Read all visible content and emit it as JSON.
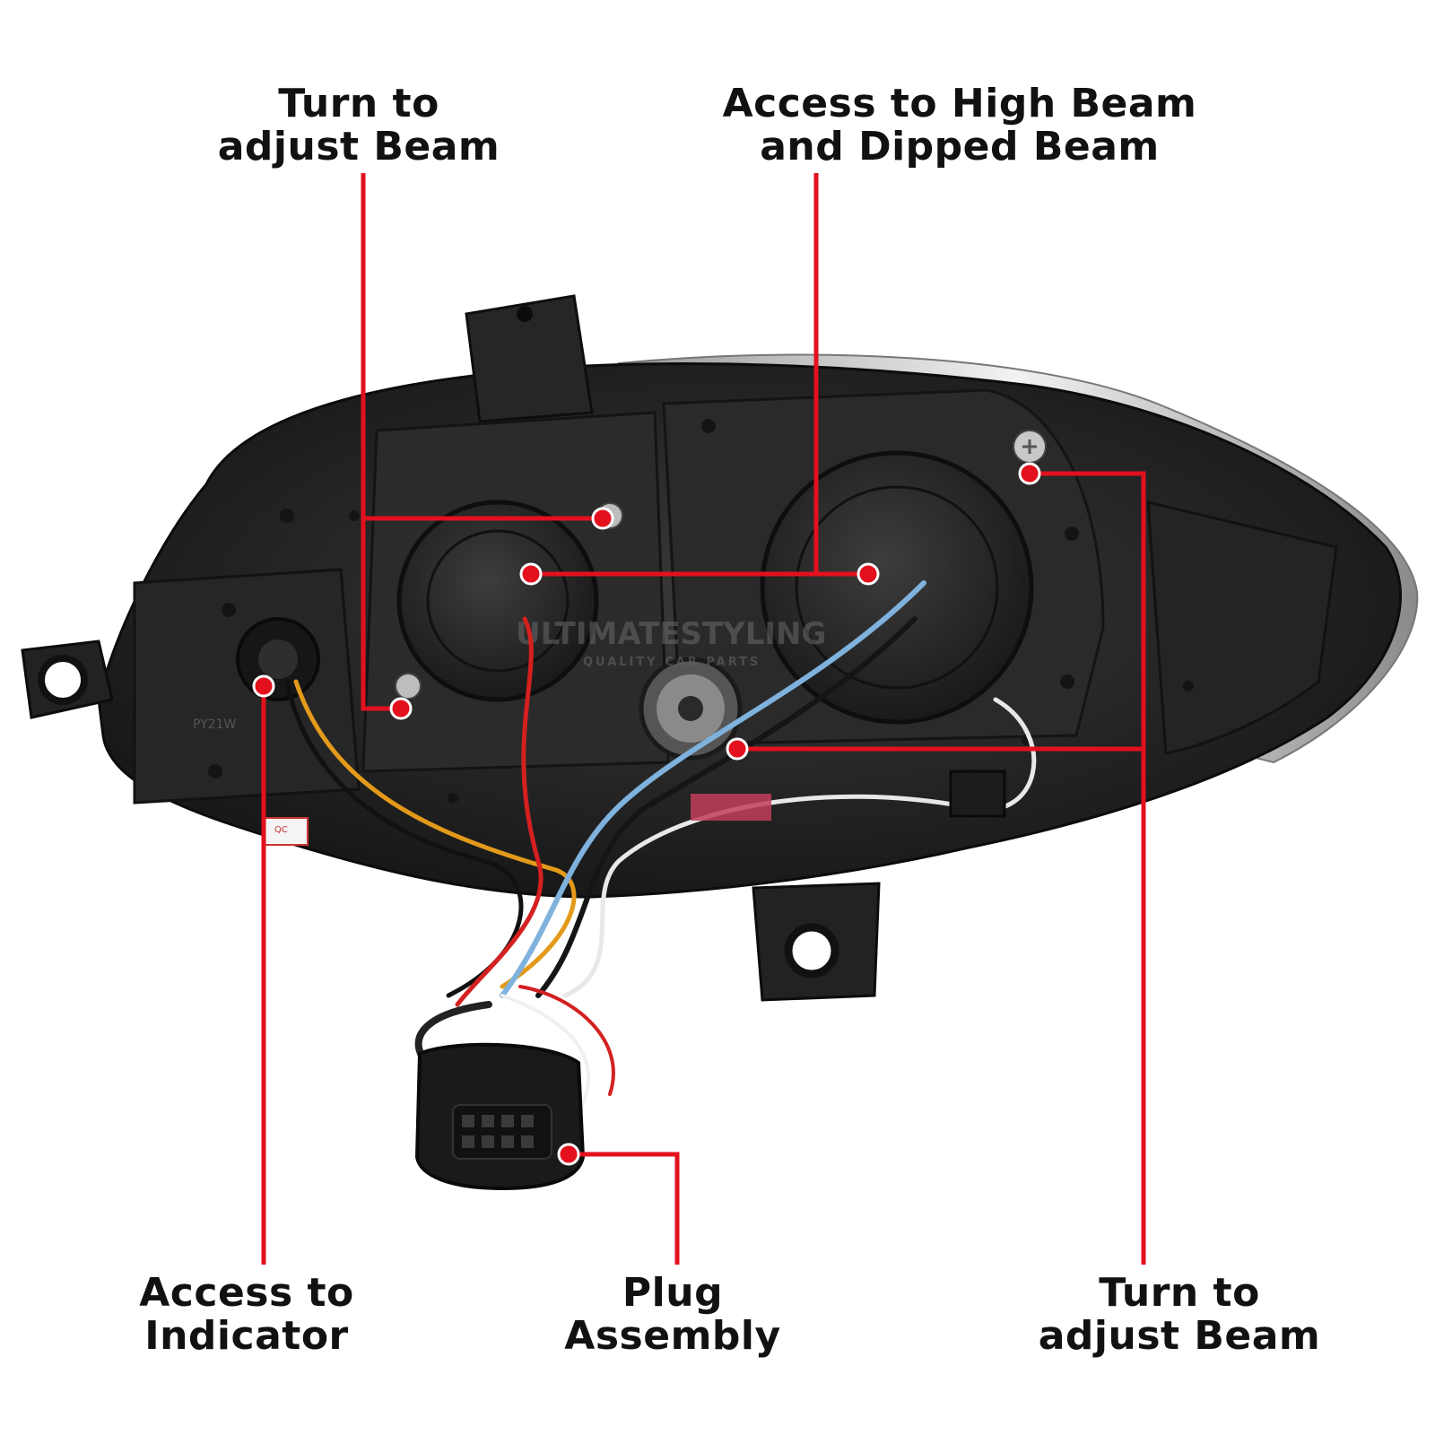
{
  "labels": {
    "top_left": [
      "Turn to",
      "adjust Beam"
    ],
    "top_right": [
      "Access to High Beam",
      "and Dipped Beam"
    ],
    "bottom_left": [
      "Access to",
      "Indicator"
    ],
    "bottom_mid": [
      "Plug",
      "Assembly"
    ],
    "bottom_right": [
      "Turn to",
      "adjust Beam"
    ]
  },
  "markings": {
    "watermark_main": "ULTIMATESTYLING",
    "watermark_sub": "QUALITY CAR PARTS",
    "bulb_code": "PY21W",
    "qc_tag": "QC"
  },
  "colors": {
    "callout_red": "#e3101d",
    "housing": "#1e1e1e",
    "label_text": "#111111"
  }
}
